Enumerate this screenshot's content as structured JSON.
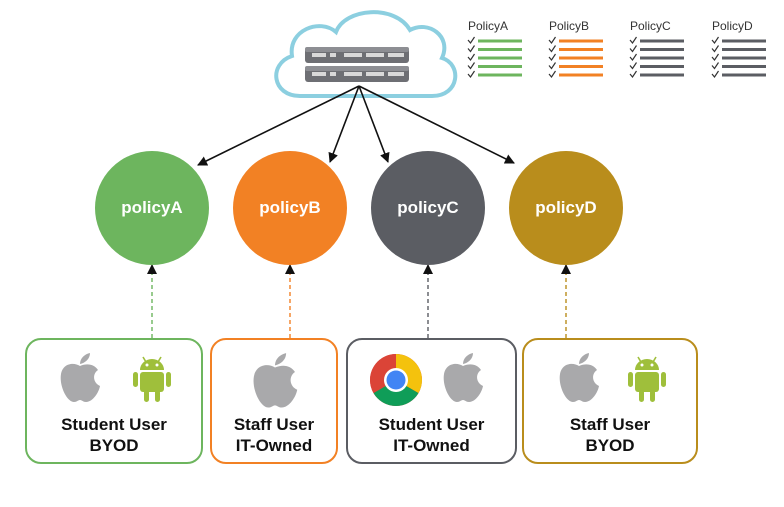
{
  "legend": [
    {
      "label": "PolicyA",
      "color": "#6db55e"
    },
    {
      "label": "PolicyB",
      "color": "#f28124"
    },
    {
      "label": "PolicyC",
      "color": "#5b5d63"
    },
    {
      "label": "PolicyD",
      "color": "#5b5d63"
    }
  ],
  "cloud": {
    "icon": "cloud-switch-icon",
    "outline_color": "#8ccfe0"
  },
  "policies": [
    {
      "label": "policyA",
      "color": "#6db55e"
    },
    {
      "label": "policyB",
      "color": "#f28124"
    },
    {
      "label": "policyC",
      "color": "#5b5d63"
    },
    {
      "label": "policyD",
      "color": "#b98d1c"
    }
  ],
  "groups": [
    {
      "line1": "Student User",
      "line2": "BYOD",
      "border_color": "#6db55e",
      "icons": [
        "apple-icon",
        "android-icon"
      ]
    },
    {
      "line1": "Staff User",
      "line2": "IT-Owned",
      "border_color": "#f28124",
      "icons": [
        "apple-icon"
      ]
    },
    {
      "line1": "Student User",
      "line2": "IT-Owned",
      "border_color": "#5b5d63",
      "icons": [
        "chrome-icon",
        "apple-icon"
      ]
    },
    {
      "line1": "Staff User",
      "line2": "BYOD",
      "border_color": "#b98d1c",
      "icons": [
        "apple-icon",
        "android-icon"
      ]
    }
  ]
}
